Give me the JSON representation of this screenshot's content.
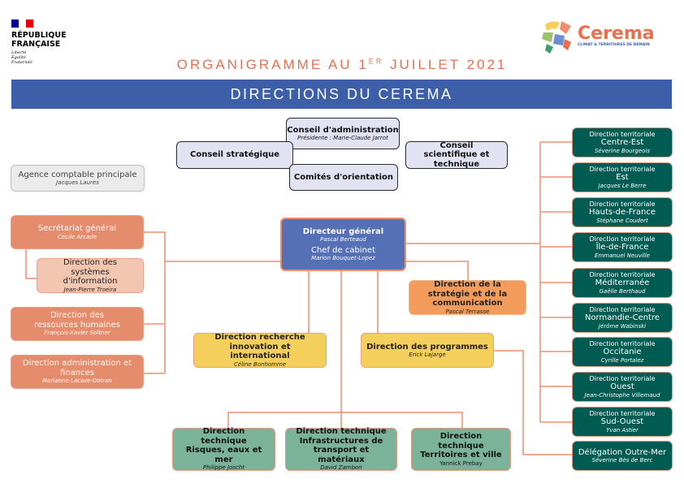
{
  "header": {
    "republique_line1": "RÉPUBLIQUE",
    "republique_line2": "FRANÇAISE",
    "motto": [
      "Liberté",
      "Égalité",
      "Fraternité"
    ],
    "cerema_logo": "Cerema",
    "cerema_tagline": "CLIMAT & TERRITOIRES DE DEMAIN",
    "title": "ORGANIGRAMME AU 1",
    "title_sup": "ER",
    "title_end": " JUILLET 2021",
    "banner": "DIRECTIONS DU CEREMA"
  },
  "colors": {
    "banner": "#3d5ea8",
    "title": "#e8704f",
    "dt": "#005b52",
    "line": "#f08d70"
  },
  "councils": {
    "admin": {
      "label": "Conseil d'administration",
      "name": "Présidente : Marie-Claude Jarrot"
    },
    "strategique": {
      "label": "Conseil stratégique"
    },
    "orientation": {
      "label": "Comités d'orientation"
    },
    "scientifique": {
      "label": "Conseil scientifique et technique"
    }
  },
  "agence": {
    "label": "Agence comptable principale",
    "name": "Jacques Laures"
  },
  "support": [
    {
      "label": "Secrétariat général",
      "name": "Cécile Arcade"
    },
    {
      "label": "Direction des systèmes d'information",
      "name": "Jean-Pierre Troeira"
    },
    {
      "label": "Direction des ressources humaines",
      "name": "François-Xavier Soltner"
    },
    {
      "label": "Direction administration et finances",
      "name": "Marianne Lacaze-Dotran"
    }
  ],
  "dg": {
    "label": "Directeur général",
    "name": "Pascal Berteaud",
    "label2": "Chef de cabinet",
    "name2": "Marion Bouquet-Lopez"
  },
  "strategie": {
    "label": "Direction de la stratégie et de la communication",
    "name": "Pascal Terrasse"
  },
  "recherche": {
    "label": "Direction recherche innovation et international",
    "name": "Céline Bonhomme"
  },
  "programmes": {
    "label": "Direction des programmes",
    "name": "Erick Lajarge"
  },
  "techniques": [
    {
      "label": "Direction technique Risques, eaux et mer",
      "name": "Philippe Joscht"
    },
    {
      "label": "Direction technique Infrastructures de transport et matériaux",
      "name": "David Zambon"
    },
    {
      "label": "Direction technique Territoires et ville",
      "name": "Yannick Prebay"
    }
  ],
  "territoriales": [
    {
      "prefix": "Direction territoriale",
      "label": "Centre-Est",
      "name": "Séverine Bourgeois"
    },
    {
      "prefix": "Direction territoriale",
      "label": "Est",
      "name": "Jacques Le Berre"
    },
    {
      "prefix": "Direction territoriale",
      "label": "Hauts-de-France",
      "name": "Stéphane Coudert"
    },
    {
      "prefix": "Direction territoriale",
      "label": "Île-de-France",
      "name": "Emmanuel Neuville"
    },
    {
      "prefix": "Direction territoriale",
      "label": "Méditerranée",
      "name": "Gaëlle Berthaud"
    },
    {
      "prefix": "Direction territoriale",
      "label": "Normandie-Centre",
      "name": "Jérôme Wabinski"
    },
    {
      "prefix": "Direction territoriale",
      "label": "Occitanie",
      "name": "Cyrille Portalez"
    },
    {
      "prefix": "Direction territoriale",
      "label": "Ouest",
      "name": "Jean-Christophe Villemaud"
    },
    {
      "prefix": "Direction territoriale",
      "label": "Sud-Ouest",
      "name": "Yvan Astier"
    }
  ],
  "outremer": {
    "label": "Délégation Outre-Mer",
    "name": "Séverine Bès de Berc"
  }
}
